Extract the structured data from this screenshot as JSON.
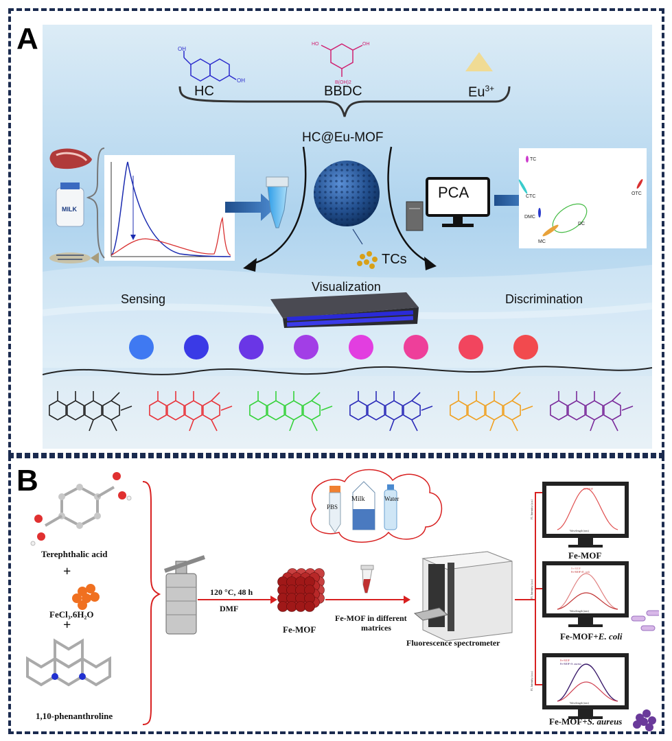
{
  "panel_a": {
    "letter": "A",
    "ligand_hc": "HC",
    "ligand_bbdc": "BBDC",
    "ion_eu": "Eu",
    "ion_eu_charge": "3+",
    "product": "HC@Eu-MOF",
    "matrix_milk_label": "MILK",
    "tcs_label": "TCs",
    "pca_label": "PCA",
    "sensing": "Sensing",
    "visualization": "Visualization",
    "discrimination": "Discrimination",
    "pca_points": [
      "TC",
      "CTC",
      "DMC",
      "DC",
      "MC",
      "OTC"
    ],
    "fluorescence_colors": [
      "#3f79f2",
      "#3a3ae6",
      "#6a36e6",
      "#a23ee6",
      "#e23ee0",
      "#ee3f9a",
      "#f2455e",
      "#f24a4e"
    ],
    "molecule_colors": [
      "#222222",
      "#e8333a",
      "#35d23a",
      "#2a2ab8",
      "#f0a020",
      "#7a2a9a"
    ]
  },
  "panel_b": {
    "letter": "B",
    "terephthalic_acid": "Terephthalic acid",
    "plus1": "+",
    "fecl3": "FeCl₃.6H₂O",
    "plus2": "+",
    "phenanthroline": "1,10-phenanthroline",
    "conditions_1": "120 °C, 48 h",
    "conditions_2": "DMF",
    "fe_mof": "Fe-MOF",
    "matrices_1": "Fe-MOF in different",
    "matrices_2": "matrices",
    "cloud_pbs": "PBS",
    "cloud_milk": "Milk",
    "cloud_water": "Water",
    "spectrometer": "Fluorescence spectrometer",
    "out1": "Fe-MOF",
    "out2_prefix": "Fe-MOF+",
    "out2_italic": "E. coli",
    "out3_prefix": "Fe-MOF+",
    "out3_italic": "S. aureus",
    "plot_ylabel": "FL Intensity (a.u.)",
    "plot_xlabel": "Wavelength (nm)",
    "legend_femof": "Fe-MOF",
    "legend_ecoli": "Fe-MOF+E. coli",
    "legend_saureus": "Fe-MOF+S. aureus"
  }
}
